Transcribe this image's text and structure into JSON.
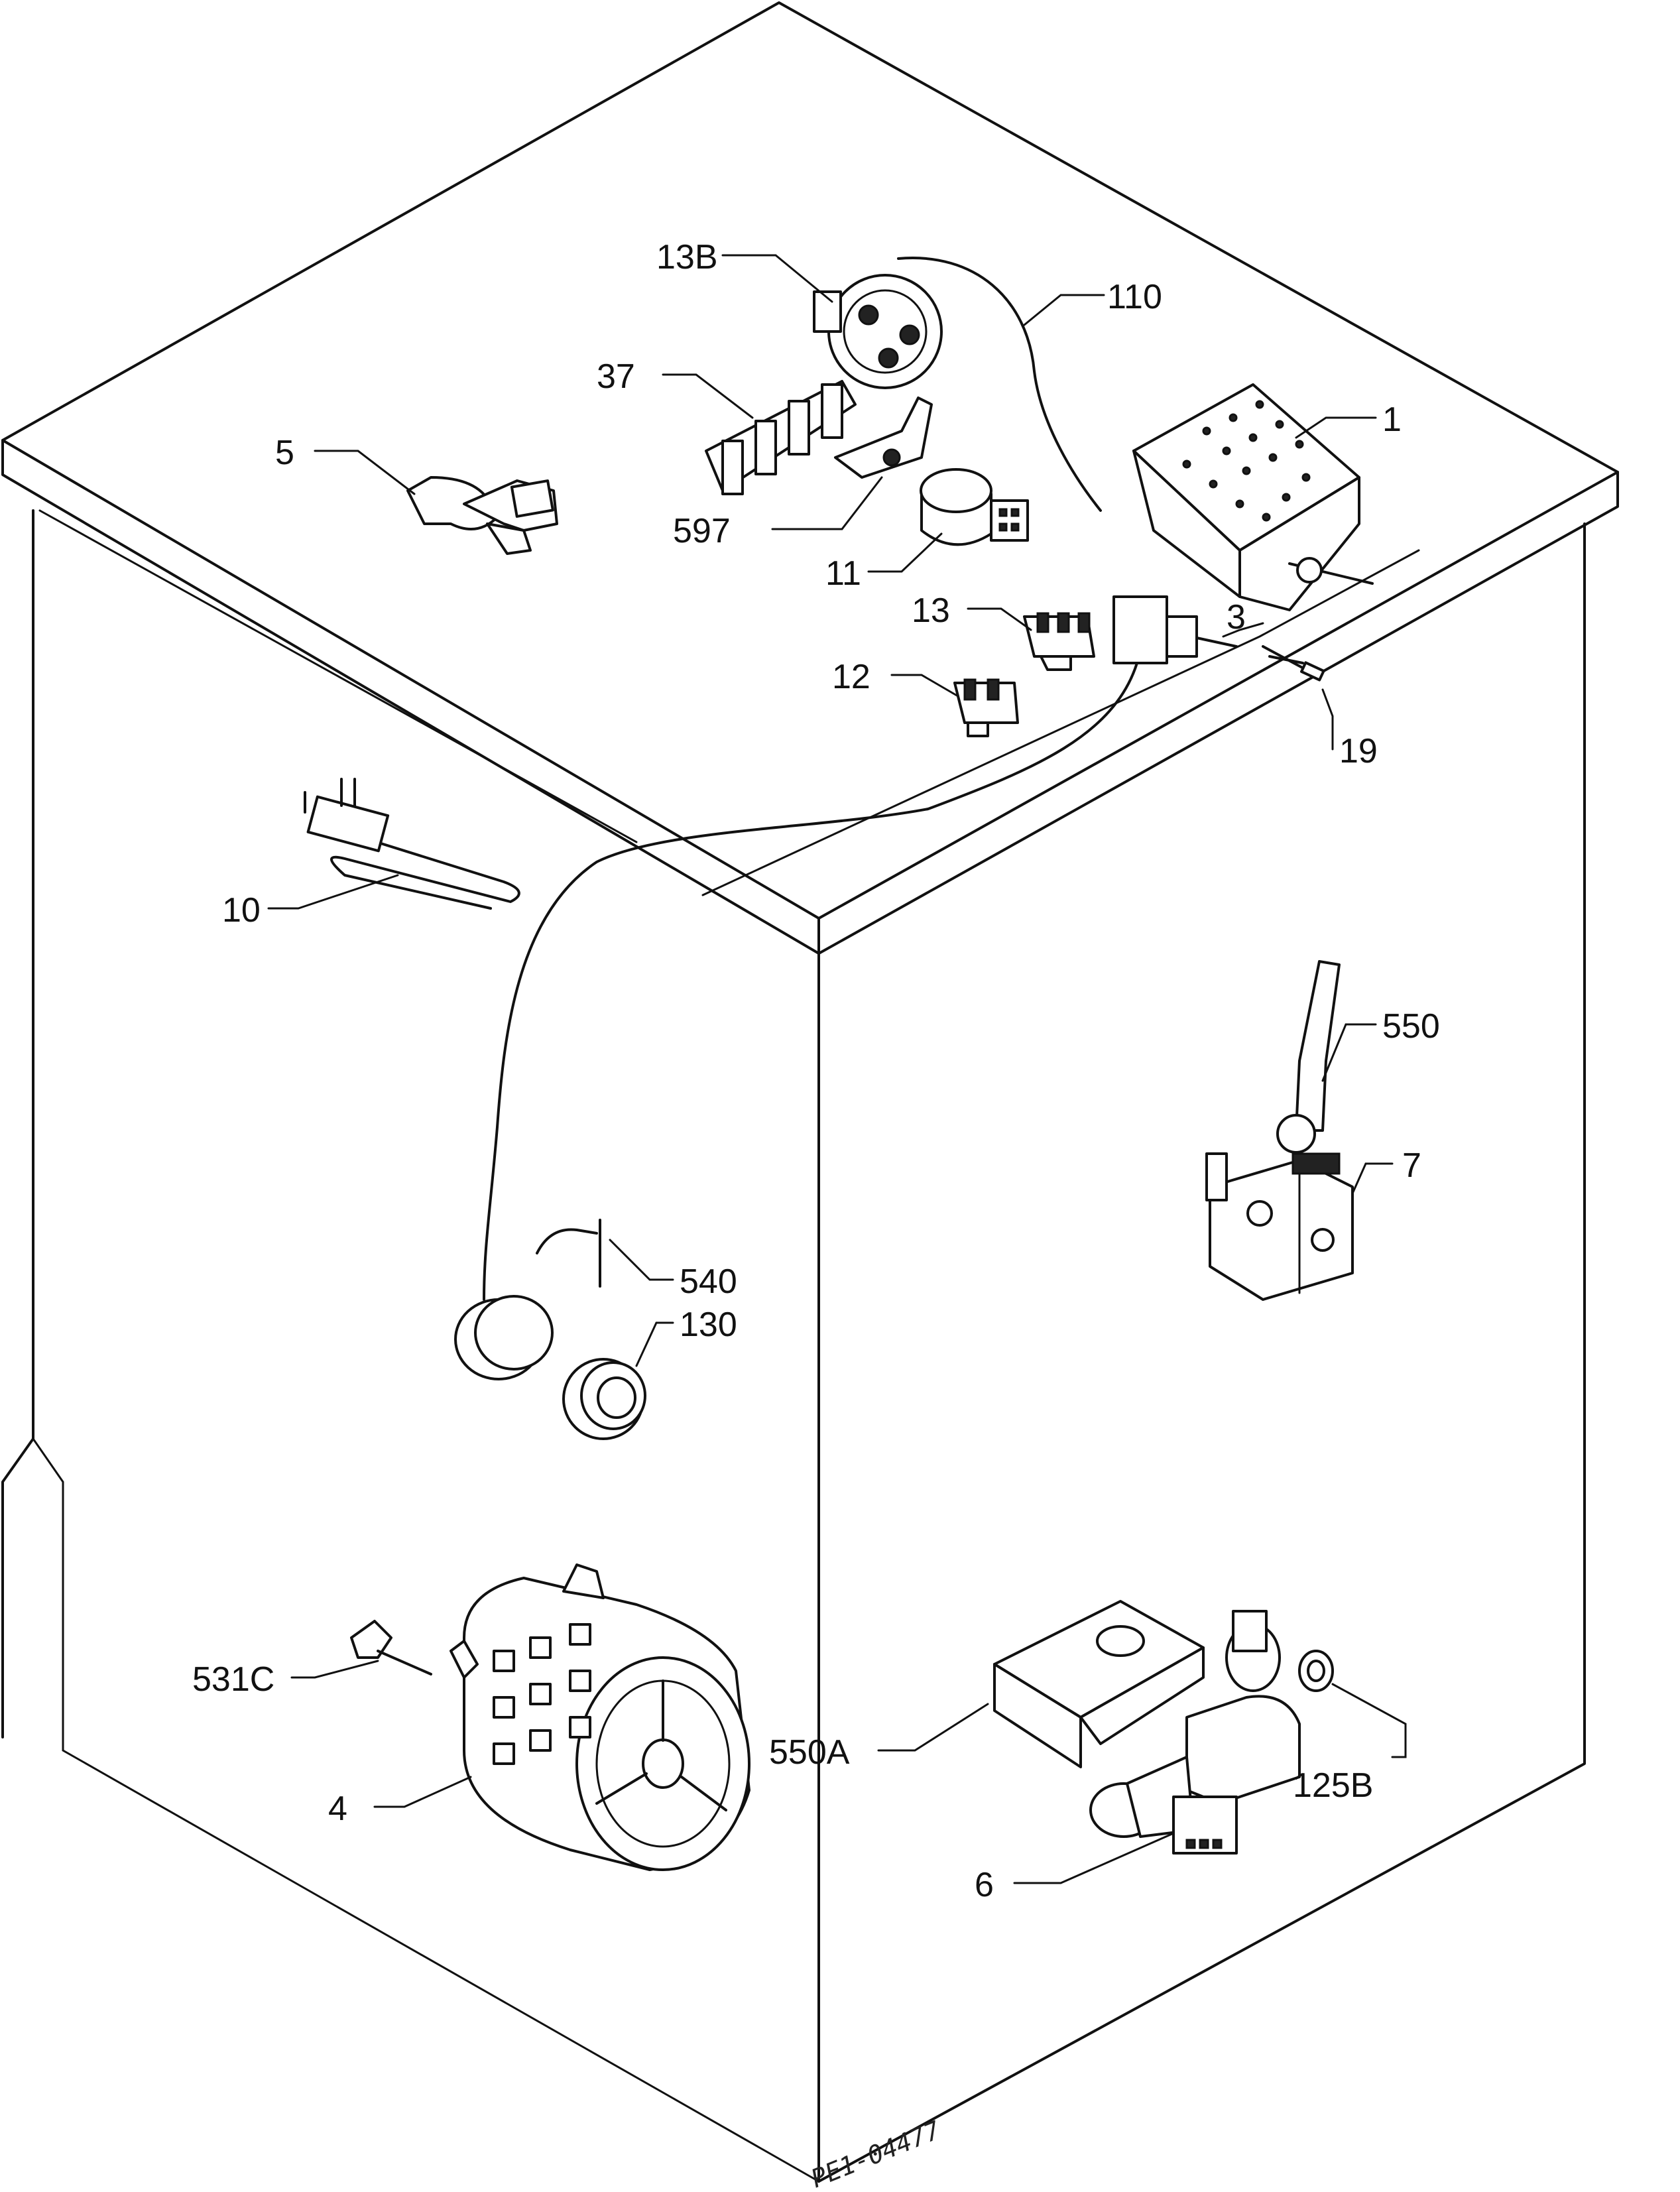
{
  "diagram": {
    "reference_code": "PE1-04477",
    "part_labels": [
      {
        "id": "p1",
        "text": "1"
      },
      {
        "id": "p3",
        "text": "3"
      },
      {
        "id": "p4",
        "text": "4"
      },
      {
        "id": "p5",
        "text": "5"
      },
      {
        "id": "p6",
        "text": "6"
      },
      {
        "id": "p7",
        "text": "7"
      },
      {
        "id": "p10",
        "text": "10"
      },
      {
        "id": "p11",
        "text": "11"
      },
      {
        "id": "p12",
        "text": "12"
      },
      {
        "id": "p13",
        "text": "13"
      },
      {
        "id": "p13b",
        "text": "13B"
      },
      {
        "id": "p19",
        "text": "19"
      },
      {
        "id": "p37",
        "text": "37"
      },
      {
        "id": "p110",
        "text": "110"
      },
      {
        "id": "p125b",
        "text": "125B"
      },
      {
        "id": "p130",
        "text": "130"
      },
      {
        "id": "p531c",
        "text": "531C"
      },
      {
        "id": "p540",
        "text": "540"
      },
      {
        "id": "p550",
        "text": "550"
      },
      {
        "id": "p550a",
        "text": "550A"
      },
      {
        "id": "p597",
        "text": "597"
      }
    ]
  }
}
